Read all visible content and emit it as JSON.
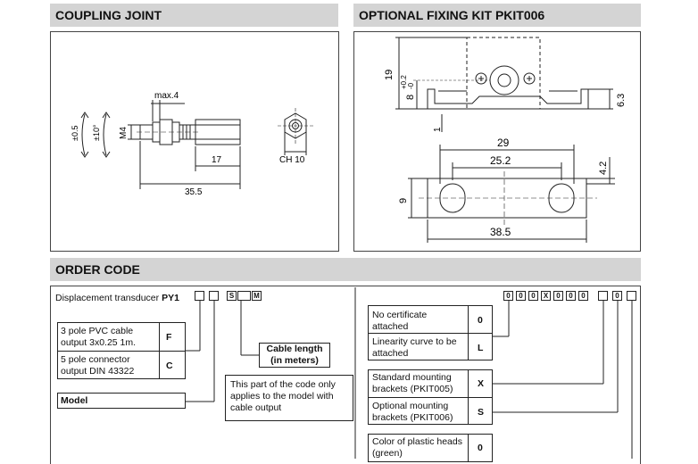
{
  "coupling": {
    "title": "COUPLING JOINT",
    "dims": {
      "max": "max.4",
      "m4": "M4",
      "pm05": "±0.5",
      "pm10": "±10°",
      "d17": "17",
      "d355": "35.5",
      "ch10": "CH 10"
    }
  },
  "fixing": {
    "title": "OPTIONAL FIXING KIT PKIT006",
    "dims": {
      "d19": "19",
      "d8": "8",
      "tol": "+0.2\n-0",
      "d63": "6.3",
      "d1": "1",
      "d29": "29",
      "d252": "25.2",
      "d42": "4.2",
      "d9": "9",
      "d385": "38.5"
    }
  },
  "order": {
    "title": "ORDER CODE",
    "prefix": "Displacement transducer",
    "model": "PY1",
    "s_letter": "S",
    "m_letter": "M",
    "code_chars": [
      "0",
      "0",
      "0",
      "X",
      "0",
      "0",
      "0",
      "",
      "0",
      ""
    ],
    "connection": [
      {
        "label": "3 pole PVC cable output 3x0.25 1m.",
        "code": "F"
      },
      {
        "label": "5 pole connector output DIN 43322",
        "code": "C"
      }
    ],
    "model_label": "Model",
    "cable_length": "Cable length\n(in meters)",
    "note": "This part of the code only applies to the model with cable output",
    "options": [
      {
        "label": "No certificate attached",
        "code": "0"
      },
      {
        "label": "Linearity curve to be attached",
        "code": "L"
      },
      {
        "label": "Standard mounting brackets (PKIT005)",
        "code": "X"
      },
      {
        "label": "Optional mounting brackets (PKIT006)",
        "code": "S"
      },
      {
        "label": "Color of plastic heads (green)",
        "code": "0"
      }
    ]
  }
}
